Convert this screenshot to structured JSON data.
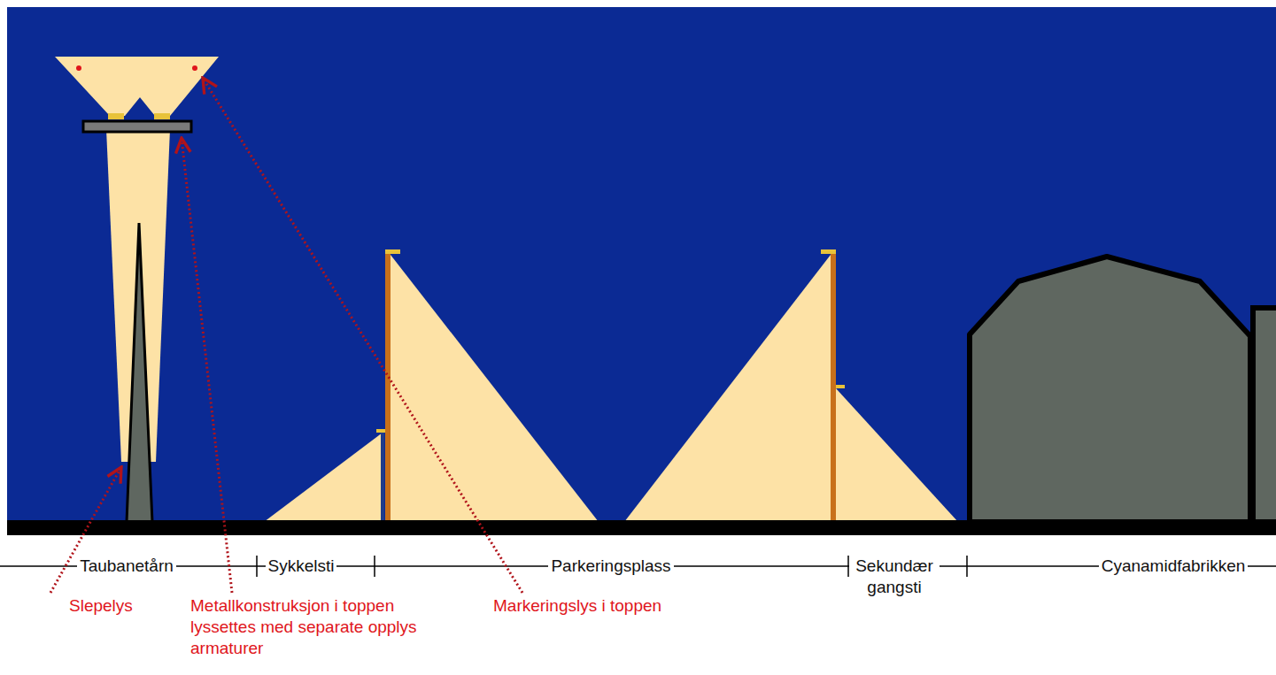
{
  "diagram": {
    "labels": [
      "Taubanetårn",
      "Sykkelsti",
      "Parkeringsplass",
      "Sekundær gangsti",
      "Cyanamidfabrikken",
      "Slepelys",
      "Metallkonstruksjon i toppen lyssettes med separate opplys armaturer",
      "Markeringslys i toppen"
    ]
  }
}
